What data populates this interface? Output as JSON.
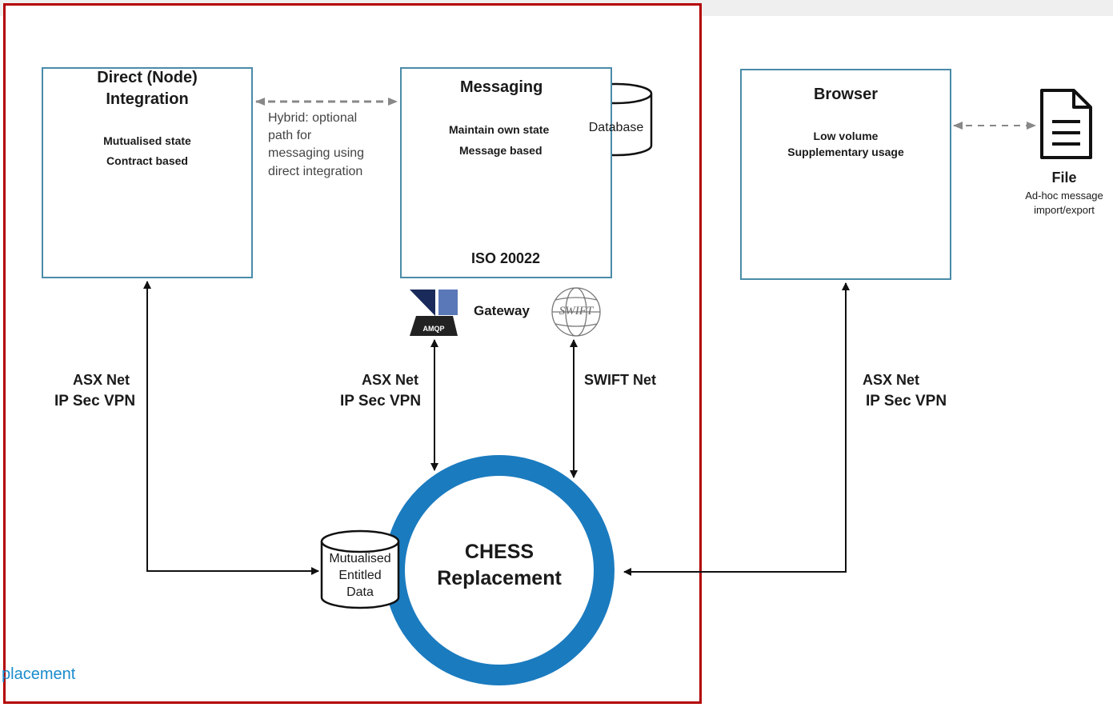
{
  "direct": {
    "title_line1": "Direct (Node)",
    "title_line2": "Integration",
    "line1": "Mutualised state",
    "line2": "Contract based"
  },
  "hybrid": {
    "lines": [
      "Hybrid: optional",
      "path for",
      "messaging using",
      "direct integration"
    ]
  },
  "messaging": {
    "title": "Messaging",
    "line1": "Maintain own state",
    "line2": "Message based",
    "database_label": "Database",
    "iso_logo_text": "ISO",
    "iso_caption": "ISO 20022"
  },
  "gateway": {
    "label": "Gateway",
    "amqp_logo_text": "AMQP",
    "swift_logo_text": "SWIFT"
  },
  "browser": {
    "title": "Browser",
    "line1": "Low volume",
    "line2": "Supplementary usage"
  },
  "file": {
    "title": "File",
    "line1": "Ad-hoc message",
    "line2": "import/export"
  },
  "connections": {
    "left_line1": "ASX Net",
    "left_line2": "IP Sec VPN",
    "mid_line1": "ASX Net",
    "mid_line2": "IP Sec VPN",
    "swift_net": "SWIFT Net",
    "right_line1": "ASX Net",
    "right_line2": "IP Sec VPN"
  },
  "mutualised_data": {
    "line1": "Mutualised",
    "line2": "Entitled",
    "line3": "Data"
  },
  "chess": {
    "line1": "CHESS",
    "line2": "Replacement"
  },
  "caption": {
    "text": "placement"
  },
  "colors": {
    "box_border": "#4a8ba8",
    "ring": "#1b7bbf",
    "frame": "#b30000",
    "caption": "#1a8ccc",
    "iso_blue": "#1a4a9a"
  }
}
